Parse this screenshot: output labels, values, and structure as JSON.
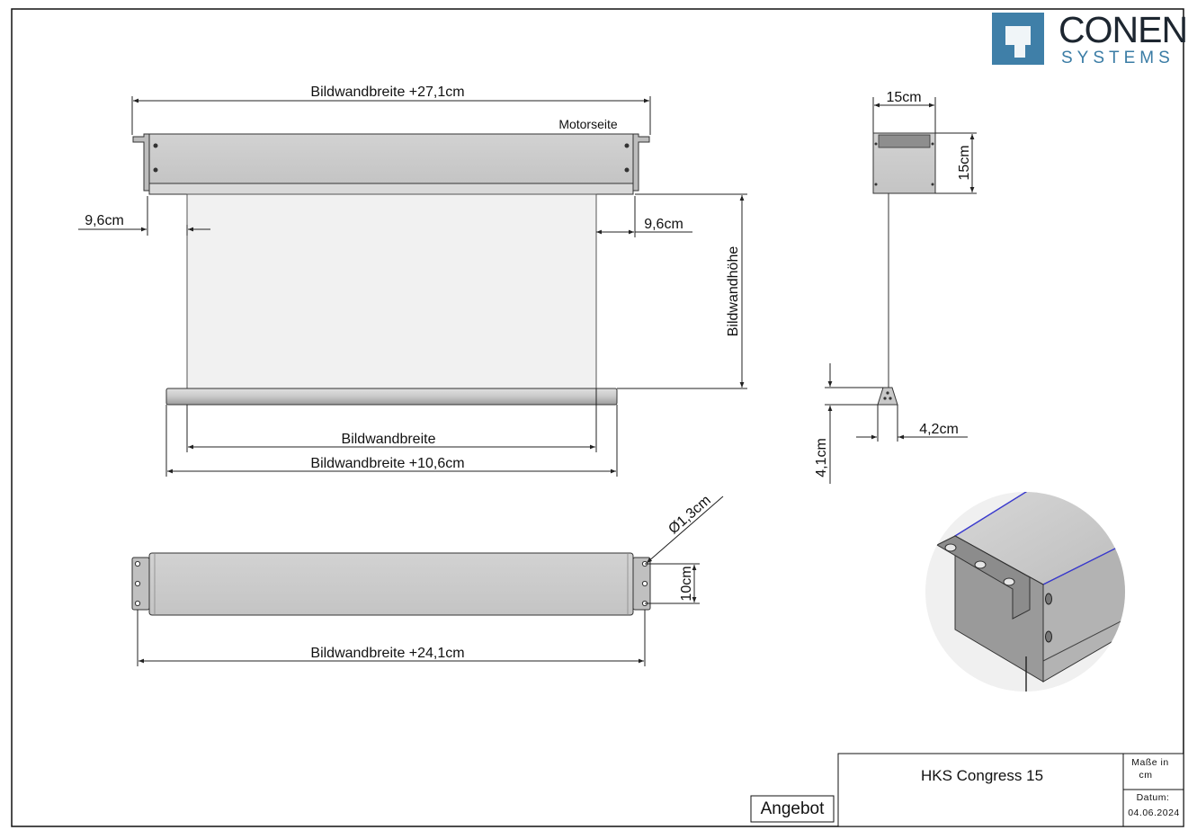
{
  "logo": {
    "name": "CONEN",
    "subtitle": "SYSTEMS",
    "brand_color": "#3f7fa8"
  },
  "front_view": {
    "top_width_label": "Bildwandbreite +27,1cm",
    "motor_label": "Motorseite",
    "left_offset_label": "9,6cm",
    "right_offset_label": "9,6cm",
    "height_label": "Bildwandhöhe",
    "screen_width_label": "Bildwandbreite",
    "bar_width_label": "Bildwandbreite +10,6cm"
  },
  "side_view": {
    "width_label": "15cm",
    "height_label": "15cm",
    "weight_height_label": "4,1cm",
    "weight_width_label": "4,2cm"
  },
  "top_view": {
    "hole_label": "Ø1,3cm",
    "depth_label": "10cm",
    "width_label": "Bildwandbreite +24,1cm"
  },
  "title_block": {
    "product": "HKS Congress 15",
    "units_label": "Maße in",
    "units_value": "cm",
    "date_label": "Datum:",
    "date_value": "04.06.2024",
    "status": "Angebot"
  }
}
